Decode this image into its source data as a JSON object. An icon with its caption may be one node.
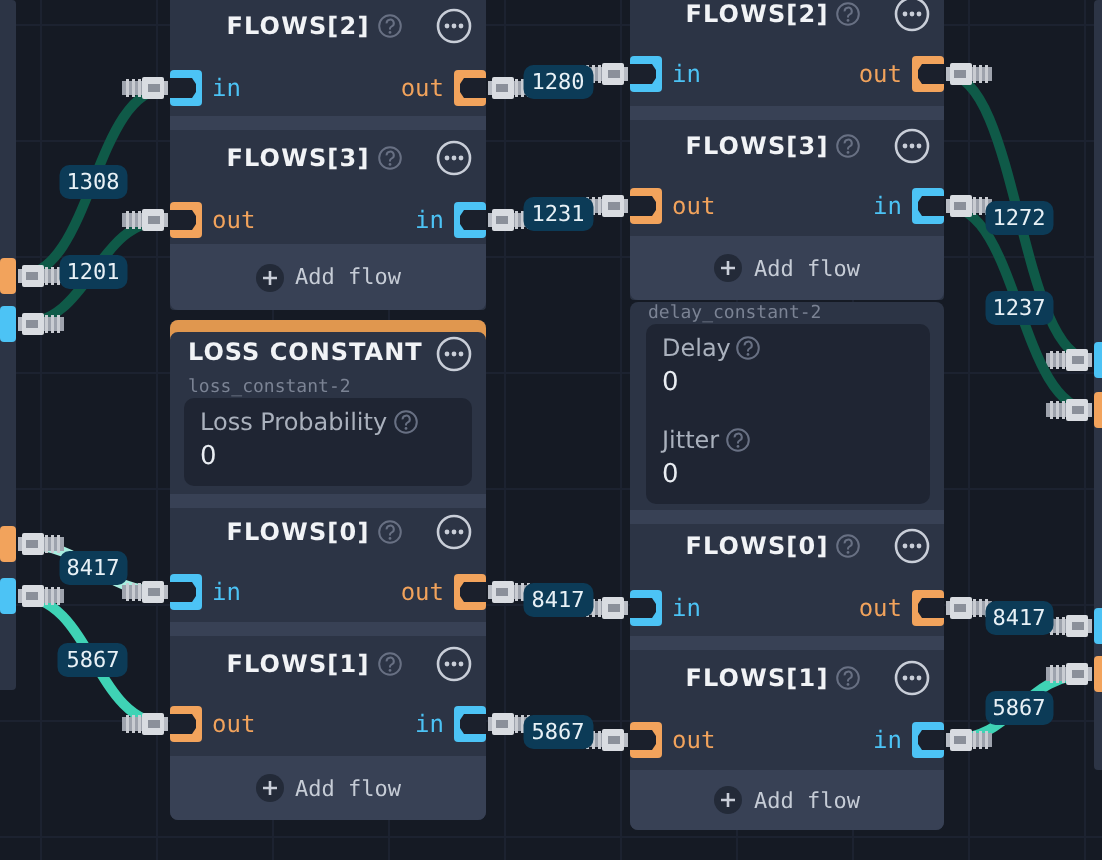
{
  "diagram": {
    "nodes": [
      {
        "text": [],
        "shape": "box"
      },
      {
        "text": [],
        "shape": "box",
        "in": 0
      },
      {
        "text": [],
        "shape": "box",
        "in": 0
      },
      {
        "text": [],
        "shape": "box",
        "in": 0
      },
      {
        "text": [],
        "shape": "box",
        "in": 0
      },
      {
        "text": [],
        "shape": "box"
      },
      {
        "text": [
          "FLOWS[2]"
        ],
        "in": 5
      },
      {
        "text": [
          "in"
        ],
        "in": 6
      },
      {
        "text": [
          "out"
        ],
        "in": 6
      },
      {
        "text": [
          "FLOWS[3]"
        ],
        "in": 5
      },
      {
        "text": [
          "out"
        ],
        "in": 9
      },
      {
        "text": [
          "in"
        ],
        "in": 9
      },
      {
        "text": [
          "LOSS CONSTANT",
          "loss_constant-2"
        ]
      },
      {
        "text": [
          "Loss Probability",
          "0"
        ],
        "in": 12
      },
      {
        "text": [
          "FLOWS[0]"
        ],
        "in": 12
      },
      {
        "text": [
          "in"
        ],
        "in": 14
      },
      {
        "text": [
          "out"
        ],
        "in": 14
      },
      {
        "text": [
          "FLOWS[1]"
        ],
        "in": 12
      },
      {
        "text": [
          "out"
        ],
        "in": 17
      },
      {
        "text": [
          "in"
        ],
        "in": 17
      },
      {
        "text": [],
        "shape": "box"
      },
      {
        "text": [
          "FLOWS[2]"
        ],
        "in": 20
      },
      {
        "text": [
          "in"
        ],
        "in": 21
      },
      {
        "text": [
          "out"
        ],
        "in": 21
      },
      {
        "text": [
          "FLOWS[3]"
        ],
        "in": 20
      },
      {
        "text": [
          "out"
        ],
        "in": 24
      },
      {
        "text": [
          "in"
        ],
        "in": 24
      },
      {
        "text": [
          "delay_constant-2"
        ]
      },
      {
        "text": [
          "Delay",
          "0"
        ],
        "in": 27
      },
      {
        "text": [
          "Jitter",
          "0"
        ],
        "in": 27
      },
      {
        "text": [
          "FLOWS[0]"
        ],
        "in": 27
      },
      {
        "text": [
          "in"
        ],
        "in": 30
      },
      {
        "text": [
          "out"
        ],
        "in": 30
      },
      {
        "text": [
          "FLOWS[1]"
        ],
        "in": 27
      },
      {
        "text": [
          "out"
        ],
        "in": 33
      },
      {
        "text": [
          "in"
        ],
        "in": 33
      },
      {
        "text": [],
        "shape": "box"
      },
      {
        "text": [],
        "shape": "box",
        "in": 36
      },
      {
        "text": [],
        "shape": "box",
        "in": 36
      },
      {
        "text": [],
        "shape": "box",
        "in": 36
      },
      {
        "text": [],
        "shape": "box",
        "in": 36
      }
    ],
    "edges": [
      {
        "from": 1,
        "to": 7,
        "arrow": "other",
        "label": "1308"
      },
      {
        "from": 10,
        "to": 2,
        "arrow": "other",
        "label": "1201"
      },
      {
        "from": 8,
        "to": 22,
        "arrow": "other",
        "label": "1280"
      },
      {
        "from": 25,
        "to": 11,
        "arrow": "other",
        "label": "1231"
      },
      {
        "from": 23,
        "to": 37,
        "arrow": "other",
        "label": "1272"
      },
      {
        "from": 38,
        "to": 26,
        "arrow": "other",
        "label": "1237"
      },
      {
        "from": 3,
        "to": 15,
        "arrow": "other",
        "label": "8417",
        "color": "#a8eedf"
      },
      {
        "from": 18,
        "to": 4,
        "arrow": "other",
        "label": "5867",
        "color": "#3fd3b5"
      },
      {
        "from": 16,
        "to": 31,
        "arrow": "other",
        "label": "8417",
        "color": "#a8eedf"
      },
      {
        "from": 34,
        "to": 19,
        "arrow": "other",
        "label": "5867",
        "color": "#3fd3b5"
      },
      {
        "from": 32,
        "to": 39,
        "arrow": "other",
        "label": "8417",
        "color": "#a8eedf"
      },
      {
        "from": 40,
        "to": 35,
        "arrow": "other",
        "label": "5867",
        "color": "#3fd3b5"
      }
    ],
    "labels": [
      "Add flow",
      "Add flow",
      "Add flow",
      "Add flow"
    ]
  }
}
